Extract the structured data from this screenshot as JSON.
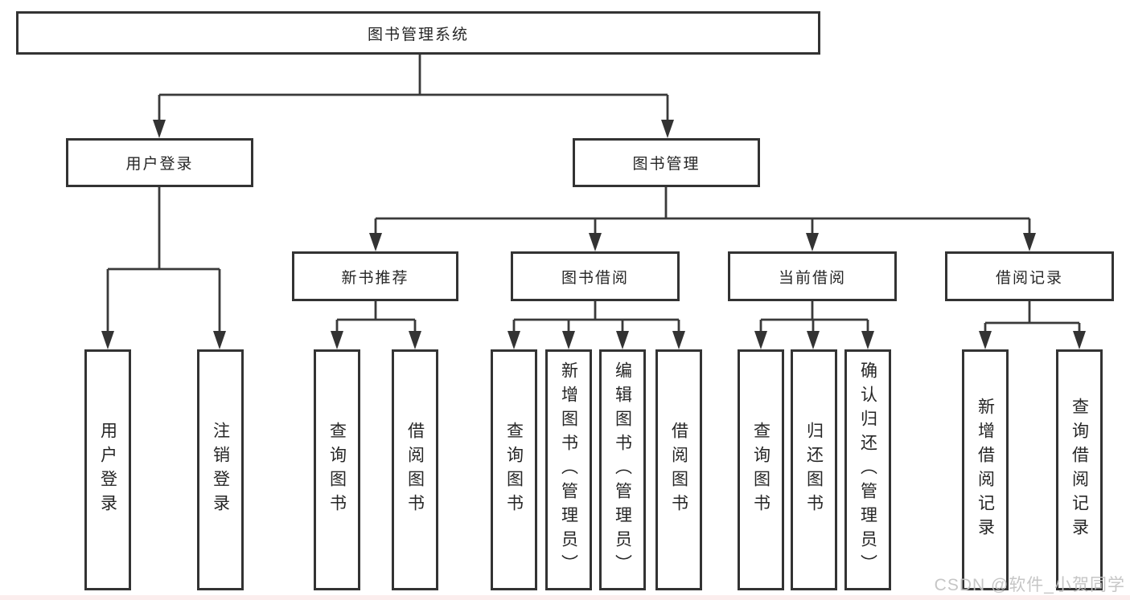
{
  "diagram": {
    "title": "图书管理系统",
    "root": {
      "label": "图书管理系统"
    },
    "level2": [
      {
        "label": "用户登录"
      },
      {
        "label": "图书管理"
      }
    ],
    "level3": [
      {
        "label": "新书推荐"
      },
      {
        "label": "图书借阅"
      },
      {
        "label": "当前借阅"
      },
      {
        "label": "借阅记录"
      }
    ],
    "leaves": [
      {
        "label": "用户登录"
      },
      {
        "label": "注销登录"
      },
      {
        "label": "查询图书"
      },
      {
        "label": "借阅图书"
      },
      {
        "label": "查询图书"
      },
      {
        "label": "新增图书（管理员）"
      },
      {
        "label": "编辑图书（管理员）"
      },
      {
        "label": "借阅图书"
      },
      {
        "label": "查询图书"
      },
      {
        "label": "归还图书"
      },
      {
        "label": "确认归还（管理员）"
      },
      {
        "label": "新增借阅记录"
      },
      {
        "label": "查询借阅记录"
      }
    ],
    "colors": {
      "box_border": "#333333",
      "text": "#262626",
      "connector_line": "#3a3a3a",
      "watermark": "#c3c3c3",
      "background": "#ffffff"
    }
  },
  "watermark": {
    "text": "CSDN @软件_小贺同学"
  }
}
